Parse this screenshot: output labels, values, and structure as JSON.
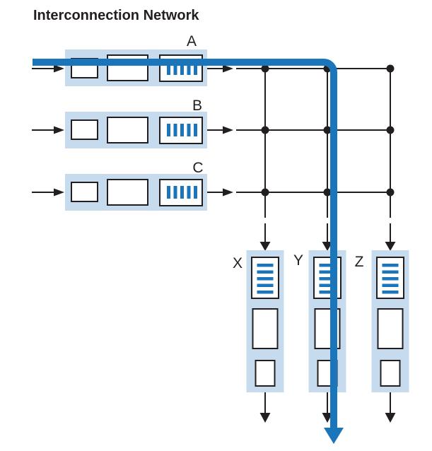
{
  "title": "Interconnection Network",
  "colors": {
    "ink": "#231F20",
    "accent": "#1B75BB",
    "band": "#C6DCEE"
  },
  "inputs": [
    {
      "label": "A"
    },
    {
      "label": "B"
    },
    {
      "label": "C"
    }
  ],
  "outputs": [
    {
      "label": "X"
    },
    {
      "label": "Y"
    },
    {
      "label": "Z"
    }
  ],
  "highlighted_route": {
    "from_input": "A",
    "to_output": "Y"
  }
}
